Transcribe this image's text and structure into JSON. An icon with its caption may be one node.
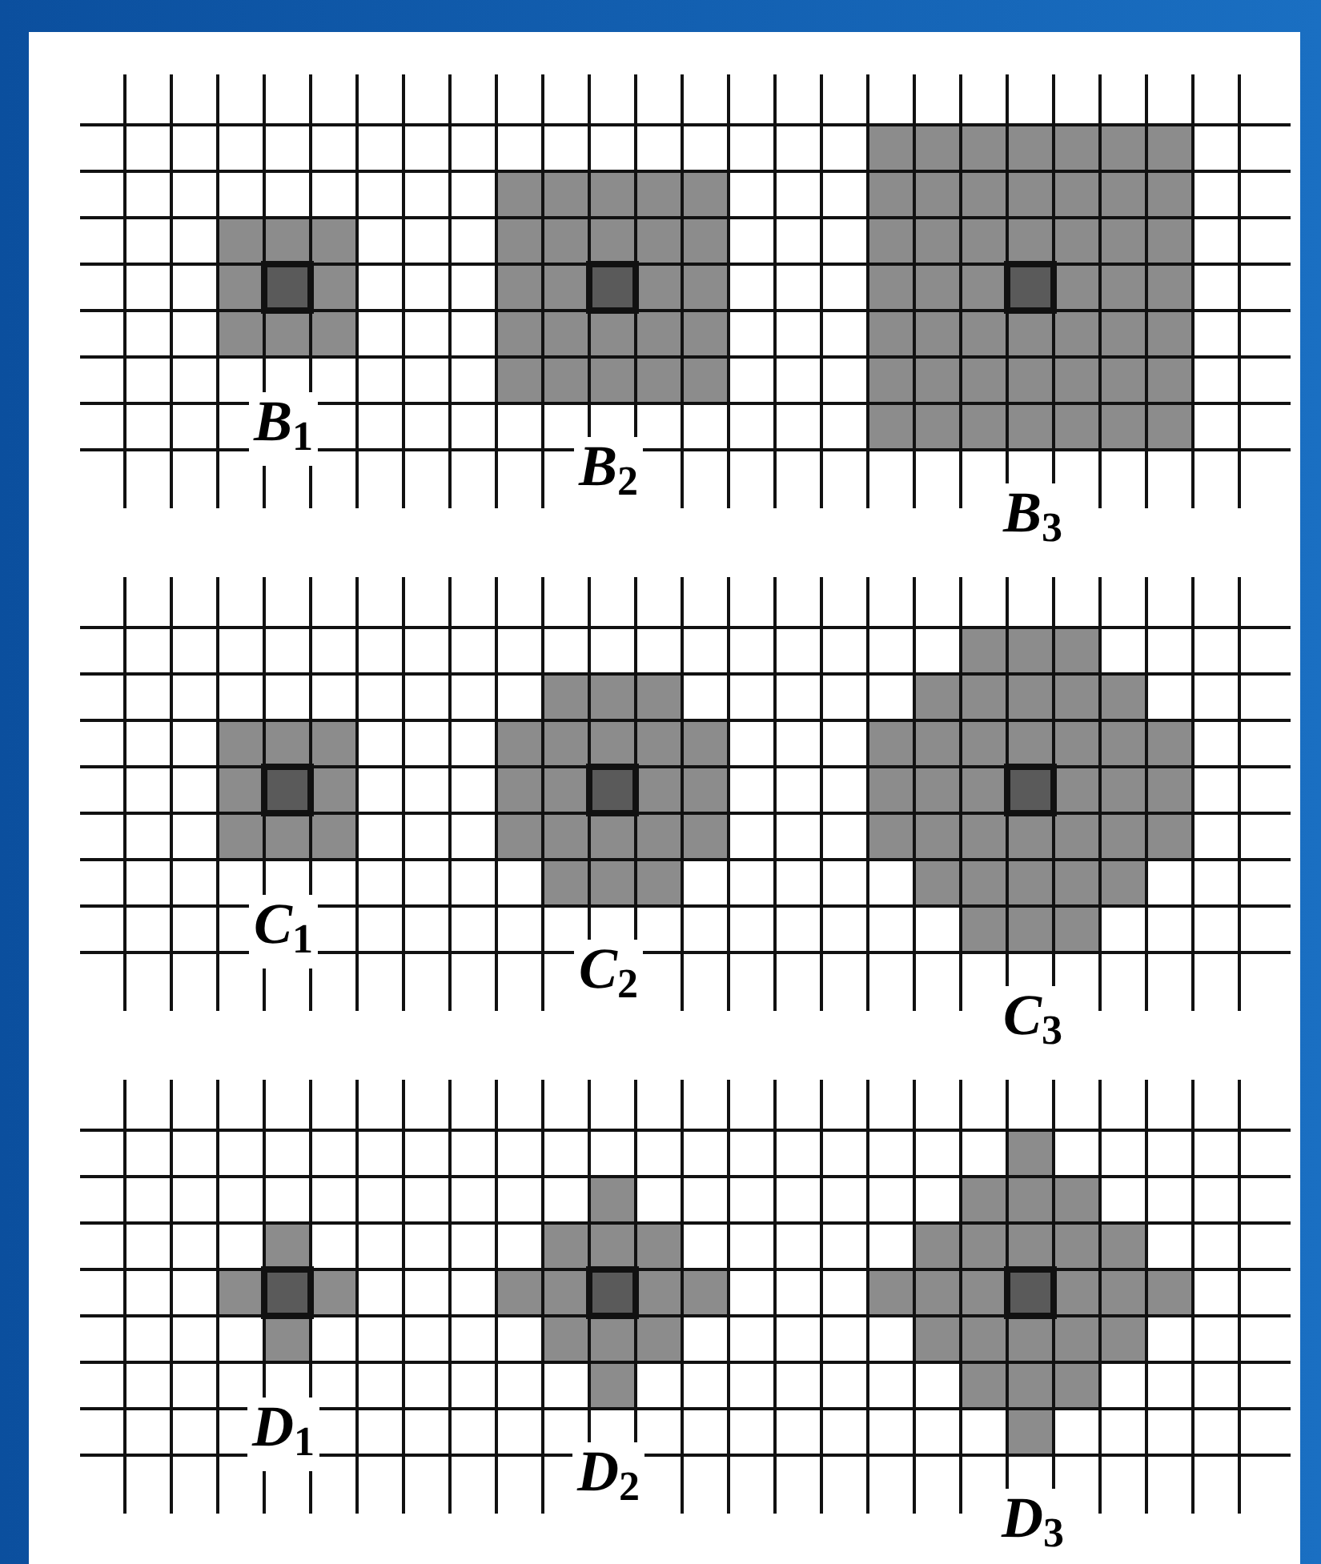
{
  "diagram": {
    "labels": [
      "*B*$_{1}$",
      "*B*$_{2}$",
      "*B*$_{3}$",
      "*C*$_{1}$",
      "*C*$_{2}$",
      "*C*$_{3}$",
      "*D*$_{1}$",
      "*D*$_{2}$",
      "*D*$_{3}$"
    ]
  }
}
